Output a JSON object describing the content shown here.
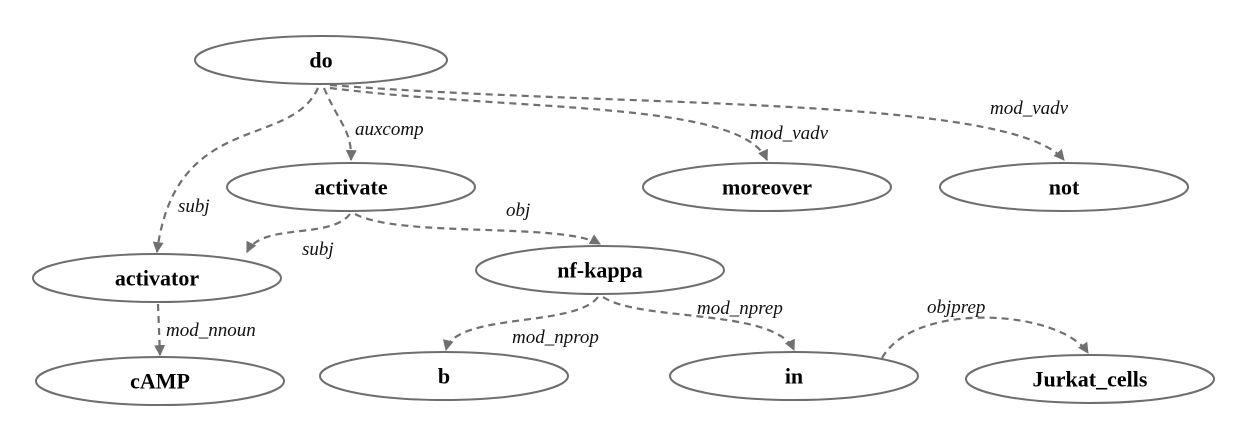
{
  "diagram": {
    "nodes": {
      "do": "do",
      "activate": "activate",
      "moreover": "moreover",
      "not": "not",
      "activator": "activator",
      "nf_kappa": "nf-kappa",
      "camp": "cAMP",
      "b": "b",
      "in": "in",
      "jurkat_cells": "Jurkat_cells"
    },
    "edges": [
      {
        "from": "do",
        "to": "activator",
        "label": "subj"
      },
      {
        "from": "do",
        "to": "activate",
        "label": "auxcomp"
      },
      {
        "from": "do",
        "to": "moreover",
        "label": "mod_vadv"
      },
      {
        "from": "do",
        "to": "not",
        "label": "mod_vadv"
      },
      {
        "from": "activate",
        "to": "activator",
        "label": "subj"
      },
      {
        "from": "activate",
        "to": "nf-kappa",
        "label": "obj"
      },
      {
        "from": "activator",
        "to": "cAMP",
        "label": "mod_nnoun"
      },
      {
        "from": "nf-kappa",
        "to": "b",
        "label": "mod_nprop"
      },
      {
        "from": "nf-kappa",
        "to": "in",
        "label": "mod_nprep"
      },
      {
        "from": "in",
        "to": "Jurkat_cells",
        "label": "objprep"
      }
    ],
    "colors": {
      "stroke": "#6e6e6e",
      "edge": "#707070"
    }
  }
}
